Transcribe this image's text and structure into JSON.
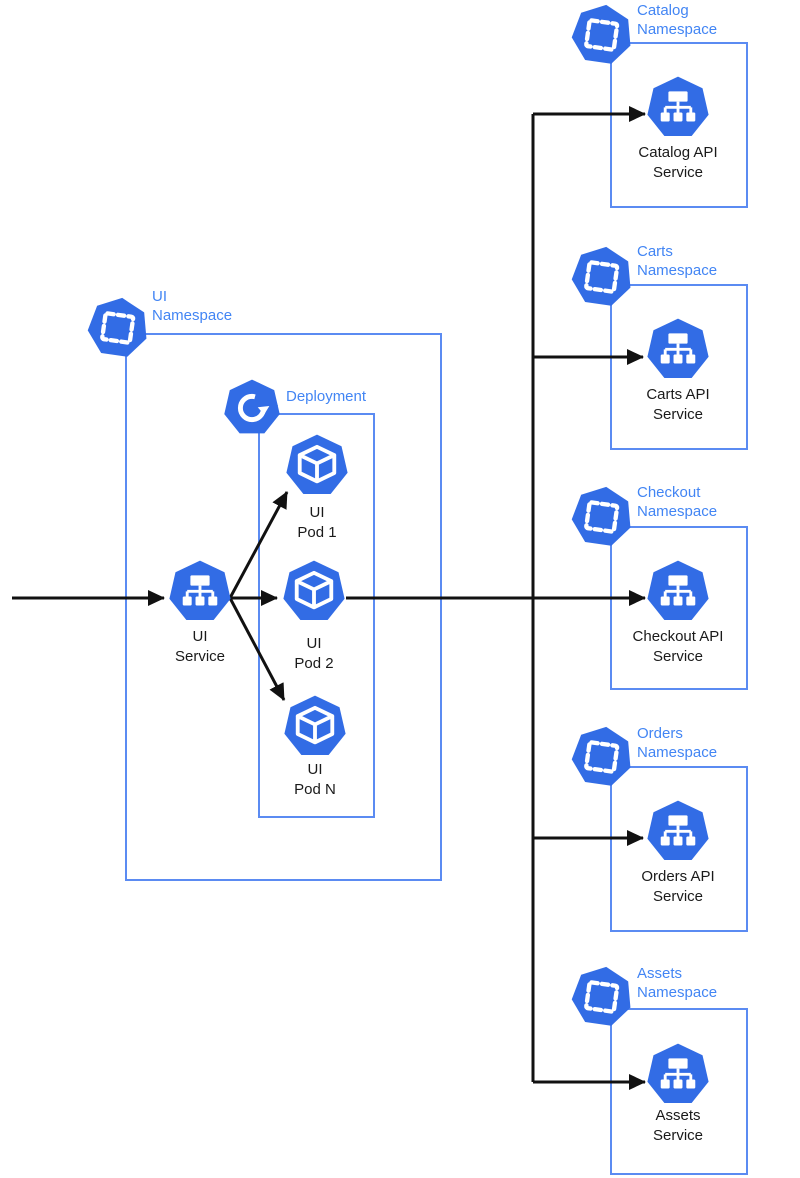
{
  "colors": {
    "icon_blue": "#326CE5",
    "box_border_blue": "#5B8BF2",
    "label_blue": "#4285F4",
    "caption_black": "#1A1A1A",
    "arrow_black": "#111111",
    "background": "#FFFFFF"
  },
  "ui_namespace": {
    "label": "UI\nNamespace",
    "deployment": {
      "label": "Deployment"
    },
    "service": {
      "caption": "UI\nService"
    },
    "pods": [
      {
        "caption": "UI\nPod 1"
      },
      {
        "caption": "UI\nPod 2"
      },
      {
        "caption": "UI\nPod N"
      }
    ]
  },
  "namespaces": [
    {
      "label": "Catalog\nNamespace",
      "service_caption": "Catalog API\nService"
    },
    {
      "label": "Carts\nNamespace",
      "service_caption": "Carts API\nService"
    },
    {
      "label": "Checkout\nNamespace",
      "service_caption": "Checkout API\nService"
    },
    {
      "label": "Orders\nNamespace",
      "service_caption": "Orders API\nService"
    },
    {
      "label": "Assets\nNamespace",
      "service_caption": "Assets\nService"
    }
  ],
  "icons": {
    "namespace": "kubernetes-namespace-icon",
    "service": "kubernetes-service-icon",
    "pod": "kubernetes-pod-icon",
    "deployment": "kubernetes-deployment-icon"
  }
}
